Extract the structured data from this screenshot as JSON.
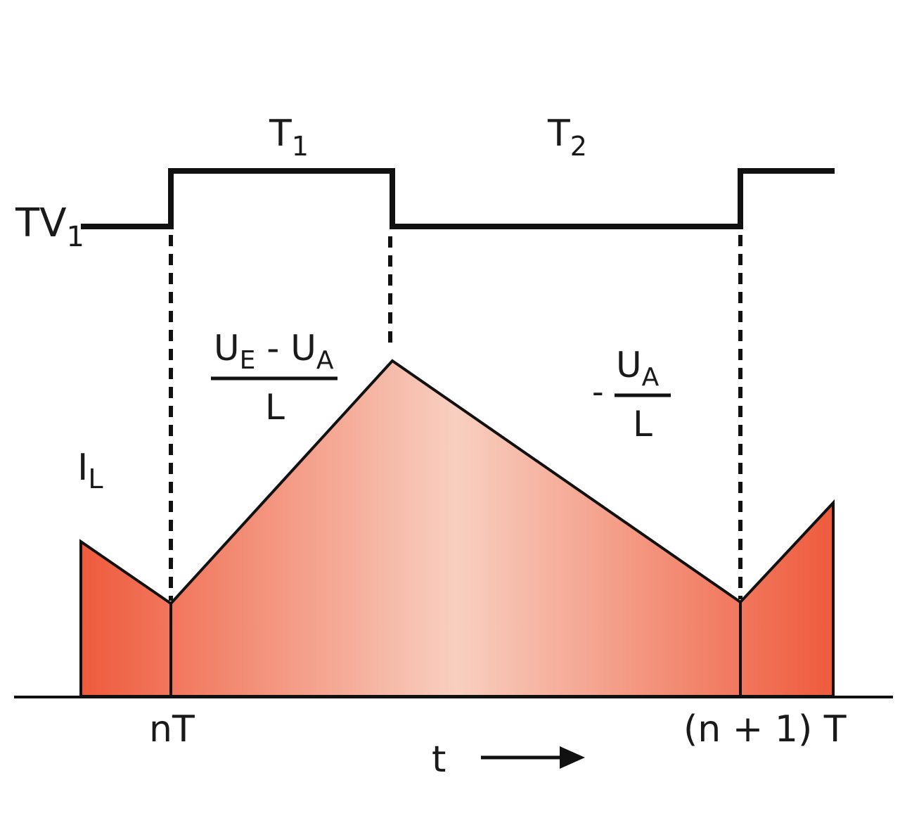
{
  "labels": {
    "signal_name": "TV",
    "signal_sub": "1",
    "period_on": "T",
    "period_on_sub": "1",
    "period_off": "T",
    "period_off_sub": "2",
    "current_name": "I",
    "current_sub": "L",
    "slope_rise_num_a": "U",
    "slope_rise_num_a_sub": "E",
    "slope_rise_minus": " - ",
    "slope_rise_num_b": "U",
    "slope_rise_num_b_sub": "A",
    "slope_rise_den": "L",
    "slope_fall_sign": "-",
    "slope_fall_num": "U",
    "slope_fall_num_sub": "A",
    "slope_fall_den": "L",
    "tick_start": "nT",
    "tick_end": "(n + 1) T",
    "time_axis": "t"
  },
  "colors": {
    "line": "#111111",
    "fill_edge": "#ef5a3c",
    "fill_mid": "#f8cfc0"
  }
}
